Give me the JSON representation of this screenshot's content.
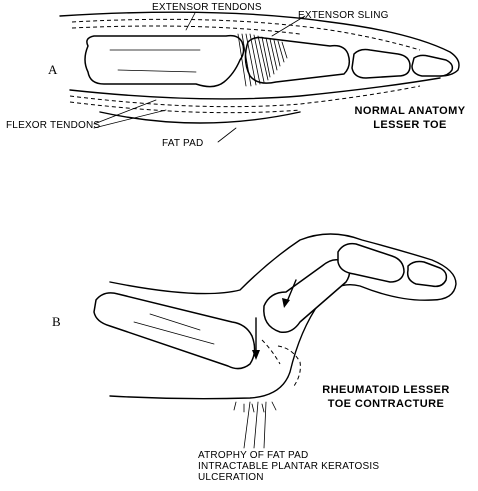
{
  "panel_a": {
    "letter": "A",
    "labels": {
      "extensor_tendons": "EXTENSOR TENDONS",
      "extensor_sling": "EXTENSOR SLING",
      "flexor_tendons": "FLEXOR TENDONS",
      "fat_pad": "FAT PAD"
    },
    "caption": [
      "NORMAL ANATOMY",
      "LESSER TOE"
    ]
  },
  "panel_b": {
    "letter": "B",
    "caption": [
      "RHEUMATOID LESSER",
      "TOE CONTRACTURE"
    ],
    "notes": [
      "ATROPHY OF FAT PAD",
      "INTRACTABLE PLANTAR KERATOSIS",
      "ULCERATION"
    ]
  }
}
